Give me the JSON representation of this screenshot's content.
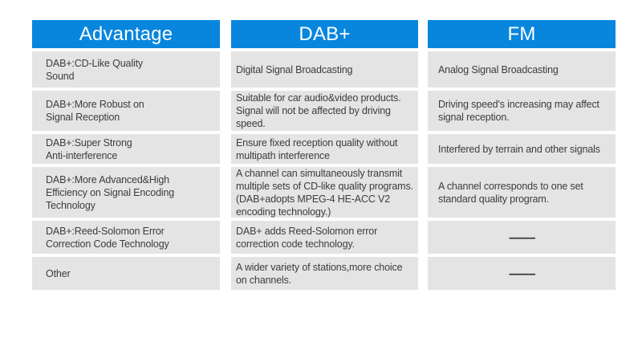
{
  "theme": {
    "header_bg": "#0886dd",
    "cell_bg": "#e4e4e4",
    "header_text": "#ffffff",
    "body_text": "#3c3c3c",
    "dash_color": "#2e2e2e"
  },
  "chart_data": {
    "type": "table",
    "layout": "three-column comparison table, blue headers, gray body cells, legend none, grid off",
    "columns": [
      {
        "id": "advantage",
        "header": "Advantage",
        "rows": [
          "DAB+:CD-Like Quality\nSound",
          "DAB+:More Robust on\nSignal Reception",
          "DAB+:Super Strong\nAnti-interference",
          "DAB+:More Advanced&High\nEfficiency on Signal Encoding\nTechnology",
          "DAB+:Reed-Solomon Error\nCorrection Code Technology",
          "Other"
        ]
      },
      {
        "id": "dab-plus",
        "header": "DAB+",
        "rows": [
          "Digital Signal Broadcasting",
          "Suitable for car audio&video products.\nSignal will not be affected by driving\nspeed.",
          "Ensure fixed reception quality without\nmultipath interference",
          "A channel can simultaneously transmit\nmultiple sets of CD-like quality programs.\n(DAB+adopts MPEG-4 HE-ACC V2\nencoding technology.)",
          "DAB+ adds Reed-Solomon error\ncorrection code technology.",
          "A wider variety of stations,more choice\non channels."
        ]
      },
      {
        "id": "fm",
        "header": "FM",
        "rows": [
          "Analog Signal Broadcasting",
          "Driving speed's increasing may affect\nsignal reception.",
          "Interfered by terrain and other signals",
          "A channel corresponds to one set\nstandard quality program.",
          "——",
          "——"
        ]
      }
    ]
  }
}
